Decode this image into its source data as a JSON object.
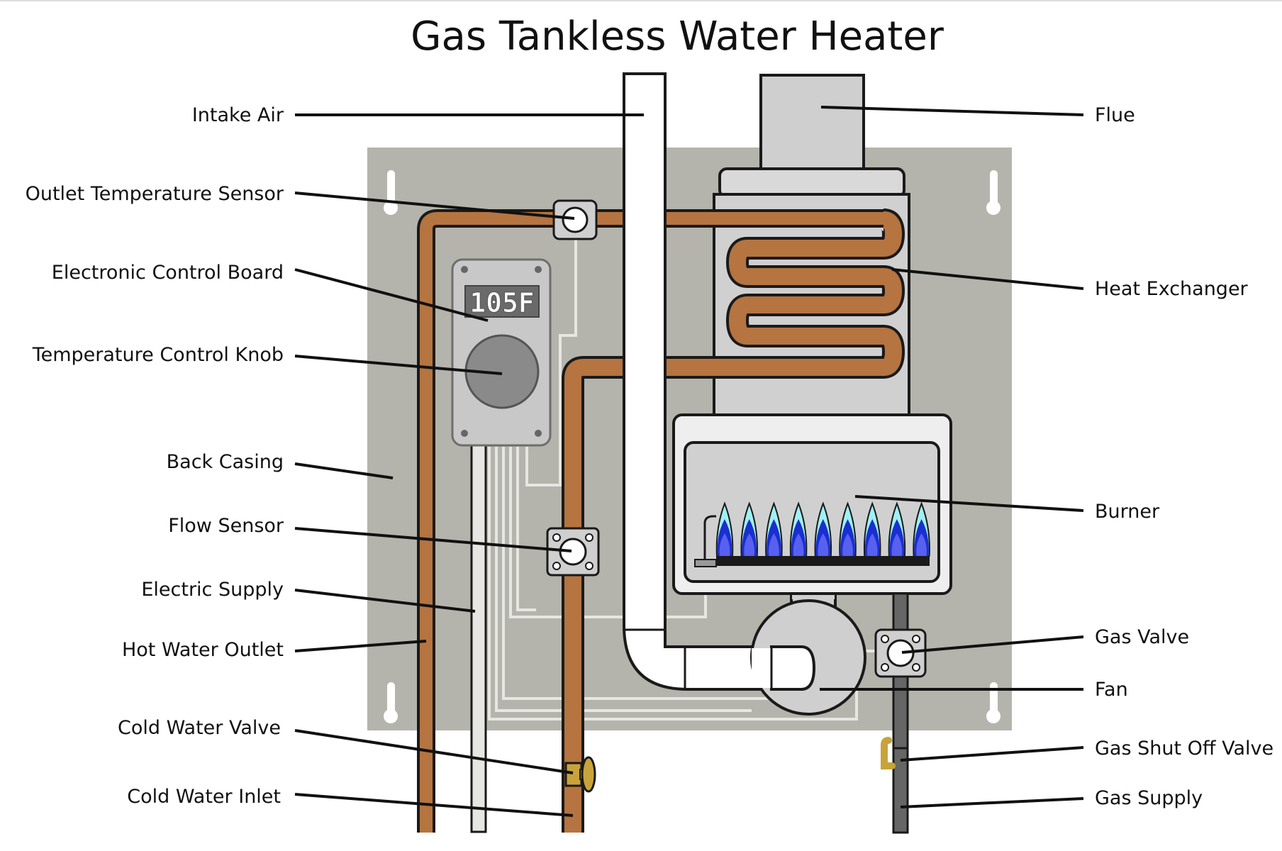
{
  "title": "Gas Tankless Water Heater",
  "display_reading": "105F",
  "colors": {
    "copper": "#b57440",
    "back_casing": "#b4b4ac",
    "gas_pipe": "#666666",
    "flame": "#1a2fd0",
    "brass": "#c9a33a"
  },
  "labels": {
    "intake_air": "Intake Air",
    "outlet_temperature_sensor": "Outlet Temperature Sensor",
    "electronic_control_board": "Electronic Control Board",
    "temperature_control_knob": "Temperature Control Knob",
    "back_casing": "Back Casing",
    "flow_sensor": "Flow Sensor",
    "electric_supply": "Electric Supply",
    "hot_water_outlet": "Hot Water Outlet",
    "cold_water_valve": "Cold Water Valve",
    "cold_water_inlet": "Cold Water Inlet",
    "flue": "Flue",
    "heat_exchanger": "Heat Exchanger",
    "burner": "Burner",
    "gas_valve": "Gas Valve",
    "fan": "Fan",
    "gas_shut_off_valve": "Gas Shut Off Valve",
    "gas_supply": "Gas Supply"
  }
}
